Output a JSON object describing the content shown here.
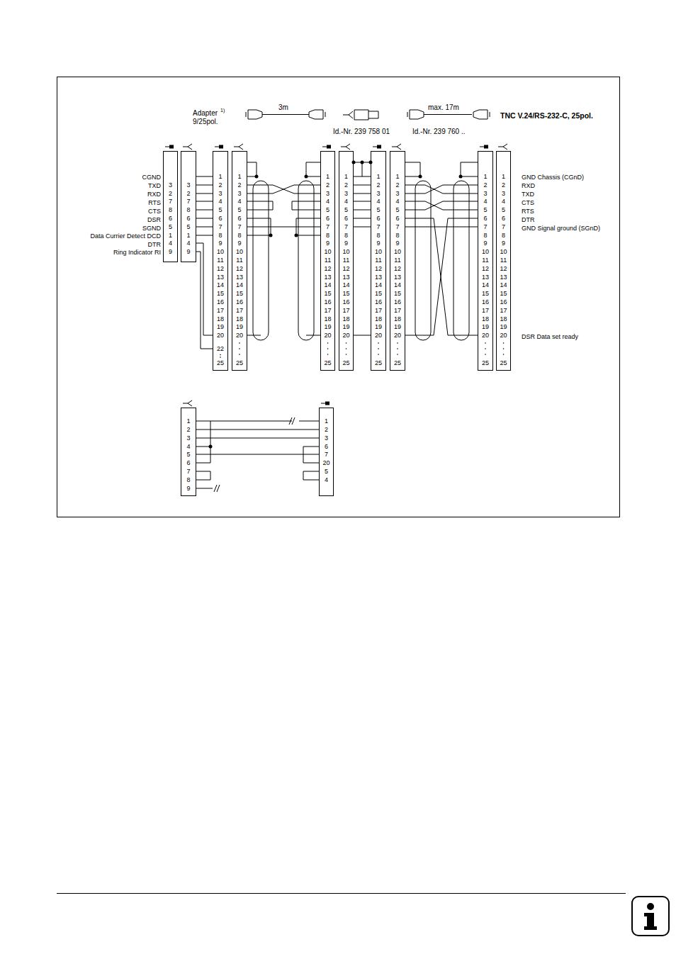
{
  "diagram": {
    "nodes": [
      {
        "text": [
          "3",
          "2",
          "7",
          "8",
          "6",
          "5",
          "1",
          "4",
          "9"
        ]
      },
      {
        "text": [
          "3",
          "2",
          "7",
          "8",
          "6",
          "5",
          "1",
          "4",
          "9"
        ]
      },
      {
        "text": [
          "1",
          "2",
          "3",
          "4",
          "5",
          "6",
          "7",
          "8",
          "9",
          "10",
          "11",
          "12",
          "13",
          "14",
          "15",
          "16",
          "17",
          "18",
          "19",
          "20",
          "22",
          "25"
        ]
      },
      {
        "text": [
          "1",
          "2",
          "3",
          "4",
          "5",
          "6",
          "7",
          "8",
          "9",
          "10",
          "11",
          "12",
          "13",
          "14",
          "15",
          "16",
          "17",
          "18",
          "19",
          "20",
          "25"
        ]
      },
      {
        "text": [
          "1",
          "2",
          "3",
          "4",
          "5",
          "6",
          "7",
          "8",
          "9",
          "10",
          "11",
          "12",
          "13",
          "14",
          "15",
          "16",
          "17",
          "18",
          "19",
          "20",
          "25"
        ]
      },
      {
        "text": [
          "1",
          "2",
          "3",
          "4",
          "5",
          "6",
          "7",
          "8",
          "9",
          "10",
          "11",
          "12",
          "13",
          "14",
          "15",
          "16",
          "17",
          "18",
          "19",
          "20",
          "25"
        ]
      },
      {
        "text": [
          "1",
          "2",
          "3",
          "4",
          "5",
          "6",
          "7",
          "8",
          "9",
          "10",
          "11",
          "12",
          "13",
          "14",
          "15",
          "16",
          "17",
          "18",
          "19",
          "20",
          "25"
        ]
      },
      {
        "text": [
          "1",
          "2",
          "3",
          "4",
          "5",
          "6",
          "7",
          "8",
          "9",
          "10",
          "11",
          "12",
          "13",
          "14",
          "15",
          "16",
          "17",
          "18",
          "19",
          "20",
          "25"
        ]
      },
      {
        "text": [
          "1",
          "2",
          "3",
          "4",
          "5",
          "6",
          "7",
          "8",
          "9",
          "10",
          "11",
          "12",
          "13",
          "14",
          "15",
          "16",
          "17",
          "18",
          "19",
          "20",
          "25"
        ]
      },
      {
        "text": [
          "1",
          "2",
          "3",
          "4",
          "5",
          "6",
          "7",
          "8",
          "9",
          "10",
          "11",
          "12",
          "13",
          "14",
          "15",
          "16",
          "17",
          "18",
          "19",
          "20",
          "25"
        ]
      },
      {
        "text": [
          "1",
          "2",
          "3",
          "4",
          "5",
          "6",
          "7",
          "8",
          "9"
        ]
      },
      {
        "text": [
          "1",
          "2",
          "3",
          "6",
          "7",
          "20",
          "5",
          "4"
        ]
      }
    ],
    "edges": [
      {
        "from": 1,
        "to": 2,
        "arrow": "none"
      },
      {
        "from": 3,
        "to": 4,
        "arrow": "none"
      },
      {
        "from": 5,
        "to": 6,
        "arrow": "none"
      },
      {
        "from": 7,
        "to": 8,
        "arrow": "none"
      },
      {
        "from": 10,
        "to": 11,
        "arrow": "none"
      }
    ],
    "labels": [
      "Adapter",
      "1)",
      "9/25pol.",
      "3m",
      "Id.-Nr. 239 758 01",
      "max. 17m",
      "Id.-Nr. 239 760 ..",
      "TNC V.24/RS-232-C, 25pol.",
      "CGND",
      "TXD",
      "RXD",
      "RTS",
      "CTS",
      "DSR",
      "SGND",
      "Data Currier Detect DCD",
      "DTR",
      "Ring Indicator RI",
      "GND Chassis (CGnD)",
      "RXD",
      "TXD",
      "CTS",
      "RTS",
      "DTR",
      "GND Signal ground (SGnD)",
      "DSR Data set ready"
    ]
  }
}
